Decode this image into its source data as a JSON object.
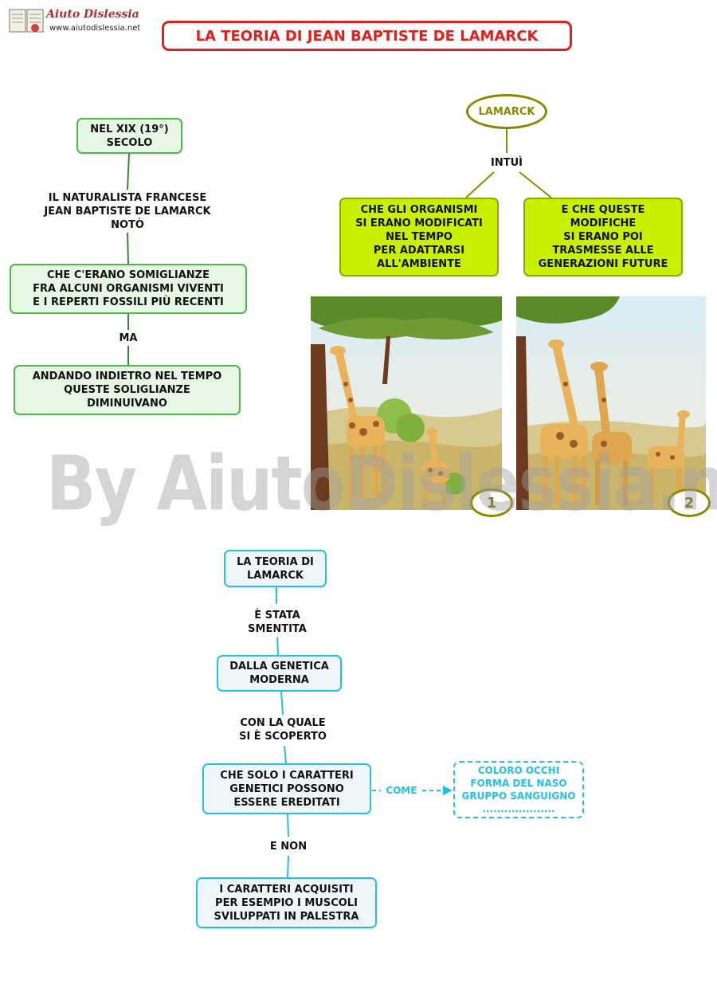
{
  "header": {
    "logo_name": "Aiuto Dislessia",
    "logo_url": "www.aiutodislessia.net",
    "title": "LA TEORIA DI JEAN BAPTISTE DE LAMARCK"
  },
  "watermark": "By AiutoDislessia.net",
  "left_map": {
    "node1": "NEL XIX (19°)\nSECOLO",
    "label1": "IL NATURALISTA FRANCESE\nJEAN BAPTISTE DE LAMARCK\nNOTÒ",
    "node2": "CHE C'ERANO SOMIGLIANZE\nFRA ALCUNI ORGANISMI VIVENTI\nE I REPERTI FOSSILI PIÙ RECENTI",
    "label2": "MA",
    "node3": "ANDANDO INDIETRO NEL TEMPO\nQUESTE SOLIGLIANZE\nDIMINUIVANO"
  },
  "right_map": {
    "root": "LAMARCK",
    "label": "INTUÌ",
    "left_node": "CHE GLI  ORGANISMI\nSI ERANO MODIFICATI\nNEL  TEMPO\nPER ADATTARSI\nALL'AMBIENTE",
    "right_node": "E CHE QUESTE\nMODIFICHE\nSI ERANO  POI\nTRASMESSE ALLE\nGENERAZIONI FUTURE"
  },
  "images": {
    "badge1": "1",
    "badge2": "2"
  },
  "bottom_map": {
    "node1": "LA TEORIA DI\nLAMARCK",
    "label1": "È STATA\nSMENTITA",
    "node2": "DALLA GENETICA\nMODERNA",
    "label2": "CON LA QUALE\nSI È SCOPERTO",
    "node3": "CHE SOLO I CARATTERI\nGENETICI POSSONO\nESSERE EREDITATI",
    "come_label": "COME",
    "examples": "COLORO OCCHI\nFORMA DEL NASO\nGRUPPO SANGUIGNO\n....................",
    "label3": "E NON",
    "node4": "I CARATTERI ACQUISITI\nPER ESEMPIO I MUSCOLI\nSVILUPPATI IN PALESTRA"
  },
  "colors": {
    "title_red": "#e0201c",
    "green": "#4cb84a",
    "yellow": "#c8f000",
    "olive": "#8a8a00",
    "cyan": "#25c0e8"
  }
}
